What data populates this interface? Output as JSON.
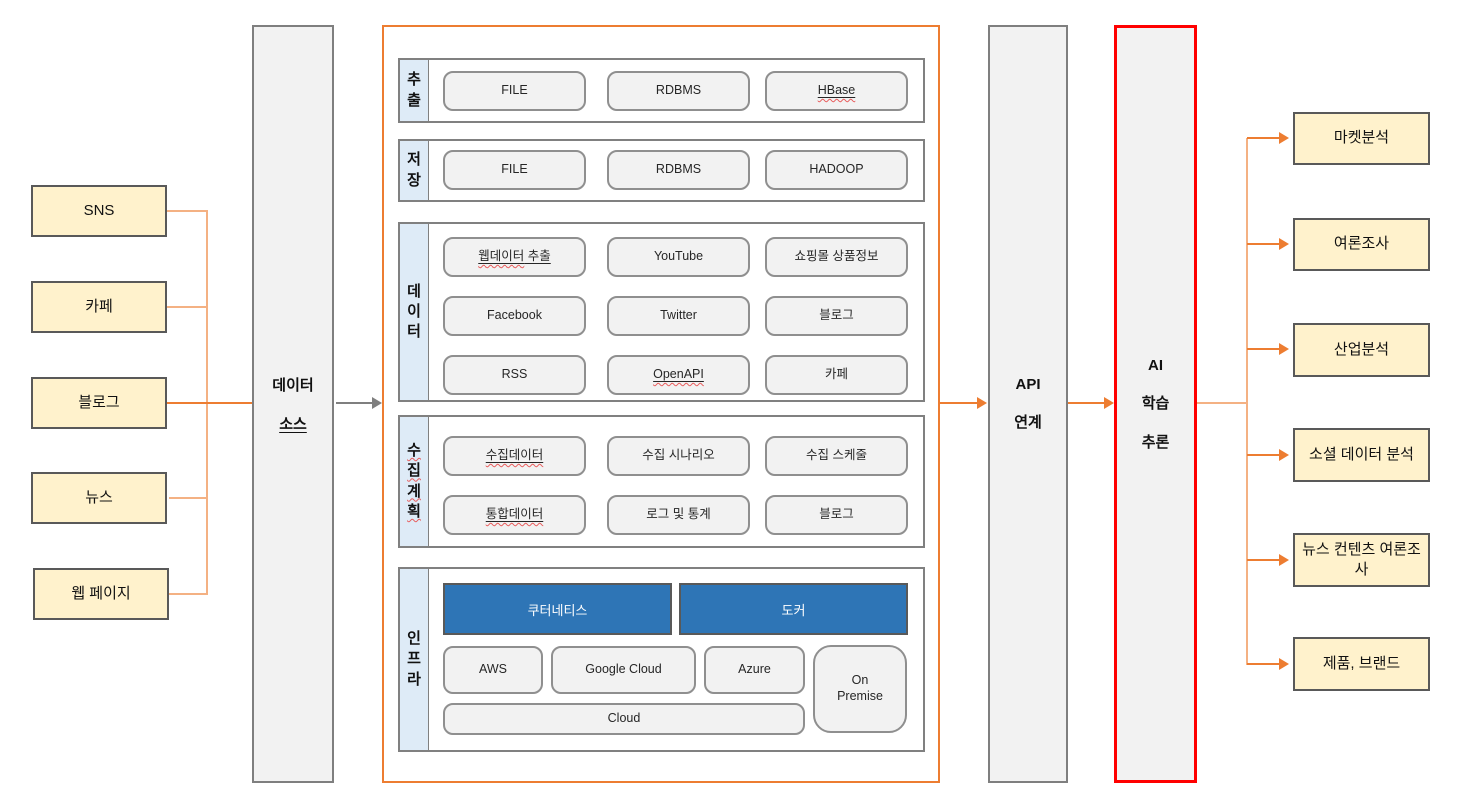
{
  "colors": {
    "orange": "#ED7D31",
    "orange-light": "#F4B183",
    "red": "#FF0000",
    "blue": "#2E75B6",
    "label-blue": "#DEEBF7",
    "yellow": "#FFF2CC",
    "box-gray": "#F2F2F2",
    "border-gray": "#7F7F7F"
  },
  "left": {
    "sources": [
      {
        "label": "SNS"
      },
      {
        "label": "카페"
      },
      {
        "label": "블로그"
      },
      {
        "label": "뉴스"
      },
      {
        "label": "웹 페이지"
      }
    ]
  },
  "data_source": {
    "line1": "데이터",
    "line2": "소스"
  },
  "pipeline": {
    "rows": [
      {
        "label": "추출",
        "items": [
          {
            "label": "FILE"
          },
          {
            "label": "RDBMS"
          },
          {
            "label": "HBase"
          }
        ]
      },
      {
        "label": "저장",
        "items": [
          {
            "label": "FILE"
          },
          {
            "label": "RDBMS"
          },
          {
            "label": "HADOOP"
          }
        ]
      },
      {
        "label": "데이터",
        "items": [
          {
            "label_marked": "웹데이터",
            "label_rest": " 추출"
          },
          {
            "label": "YouTube"
          },
          {
            "label": "쇼핑몰 상품정보"
          },
          {
            "label": "Facebook"
          },
          {
            "label": "Twitter"
          },
          {
            "label": "블로그"
          },
          {
            "label": "RSS"
          },
          {
            "label": "OpenAPI"
          },
          {
            "label": "카페"
          }
        ]
      },
      {
        "label": "수집계획",
        "items": [
          {
            "label": "수집데이터"
          },
          {
            "label": "수집 시나리오"
          },
          {
            "label": "수집 스케줄"
          },
          {
            "label": "통합데이터"
          },
          {
            "label": "로그 및 통계"
          },
          {
            "label": "블로그"
          }
        ]
      },
      {
        "label": "인프라",
        "platforms": [
          {
            "label": "쿠터네티스"
          },
          {
            "label": "도커"
          }
        ],
        "clouds": [
          {
            "label": "AWS"
          },
          {
            "label": "Google Cloud"
          },
          {
            "label": "Azure"
          }
        ],
        "wide": {
          "label": "Cloud"
        },
        "tall": {
          "label": "On Premise"
        }
      }
    ]
  },
  "api_box": {
    "line1": "API",
    "line2": "연계"
  },
  "ai_box": {
    "line1": "AI",
    "line2": "학습",
    "line3": "추론"
  },
  "right": {
    "outputs": [
      {
        "label": "마켓분석"
      },
      {
        "label": "여론조사"
      },
      {
        "label": "산업분석"
      },
      {
        "label": "소셜 데이터 분석"
      },
      {
        "label": "뉴스 컨텐츠 여론조사"
      },
      {
        "label": "제품, 브랜드"
      }
    ]
  }
}
